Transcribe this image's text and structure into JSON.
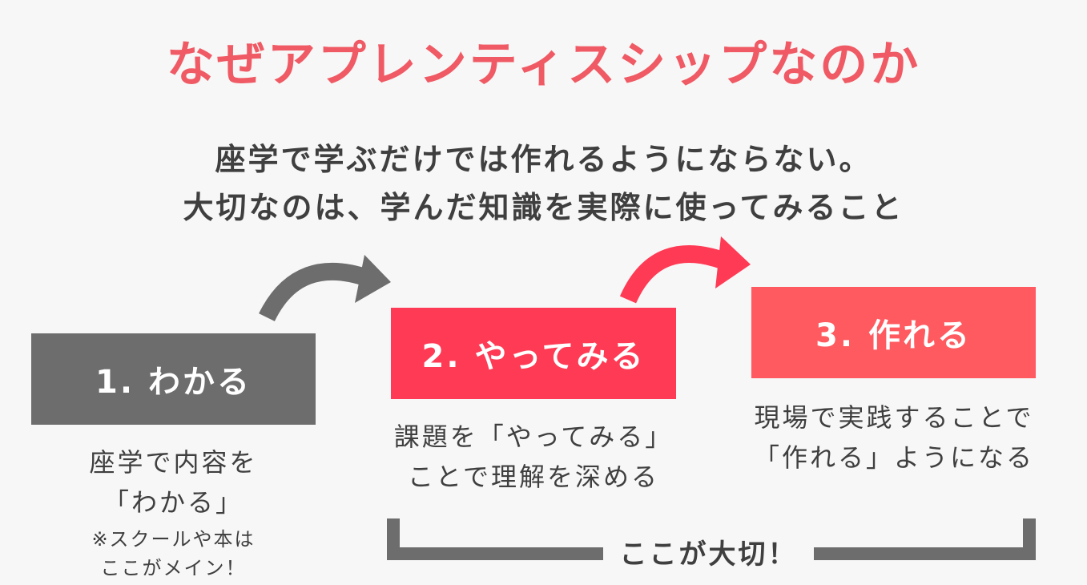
{
  "title": "なぜアプレンティスシップなのか",
  "subtitle": {
    "line1": "座学で学ぶだけでは作れるようにならない。",
    "line2": "大切なのは、学んだ知識を実際に使ってみること"
  },
  "steps": [
    {
      "label": "1. わかる",
      "desc_line1": "座学で内容を",
      "desc_line2": "「わかる」",
      "note_line1": "※スクールや本は",
      "note_line2": "ここがメイン！",
      "color": "#6d6d6d"
    },
    {
      "label": "2. やってみる",
      "desc_line1": "課題を「やってみる」",
      "desc_line2": "ことで理解を深める",
      "color": "#ff3a55"
    },
    {
      "label": "3. 作れる",
      "desc_line1": "現場で実践することで",
      "desc_line2": "「作れる」ようになる",
      "color": "#ff5a5f"
    }
  ],
  "bracket_label": "ここが大切！",
  "colors": {
    "title": "#f05a64",
    "text": "#3f3f3f",
    "gray": "#6d6d6d",
    "background": "#f7f7f7"
  }
}
